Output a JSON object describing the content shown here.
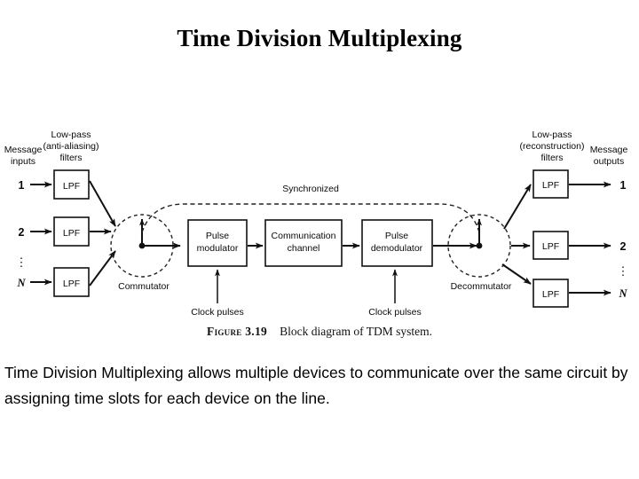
{
  "slide": {
    "title": "Time Division Multiplexing",
    "background_color": "#ffffff",
    "text_color": "#000000",
    "body_text": "Time Division Multiplexing allows multiple devices to communicate over the same circuit by assigning time slots for each device on the line."
  },
  "figure": {
    "caption_label": "Figure 3.19",
    "caption_text": "Block diagram of TDM system.",
    "input_section": {
      "inputs_label_line1": "Message",
      "inputs_label_line2": "inputs",
      "filters_label_line1": "Low-pass",
      "filters_label_line2": "(anti-aliasing)",
      "filters_label_line3": "filters",
      "channels": [
        "1",
        "2",
        "N"
      ],
      "vertical_ellipsis": "⋮",
      "filter_label": "LPF"
    },
    "output_section": {
      "outputs_label_line1": "Message",
      "outputs_label_line2": "outputs",
      "filters_label_line1": "Low-pass",
      "filters_label_line2": "(reconstruction)",
      "filters_label_line3": "filters",
      "channels": [
        "1",
        "2",
        "N"
      ],
      "vertical_ellipsis": "⋮",
      "filter_label": "LPF"
    },
    "commutator_label": "Commutator",
    "decommutator_label": "Decommutator",
    "sync_label": "Synchronized",
    "blocks": [
      {
        "line1": "Pulse",
        "line2": "modulator"
      },
      {
        "line1": "Communication",
        "line2": "channel"
      },
      {
        "line1": "Pulse",
        "line2": "demodulator"
      }
    ],
    "clock_label_left": "Clock pulses",
    "clock_label_right": "Clock pulses"
  }
}
